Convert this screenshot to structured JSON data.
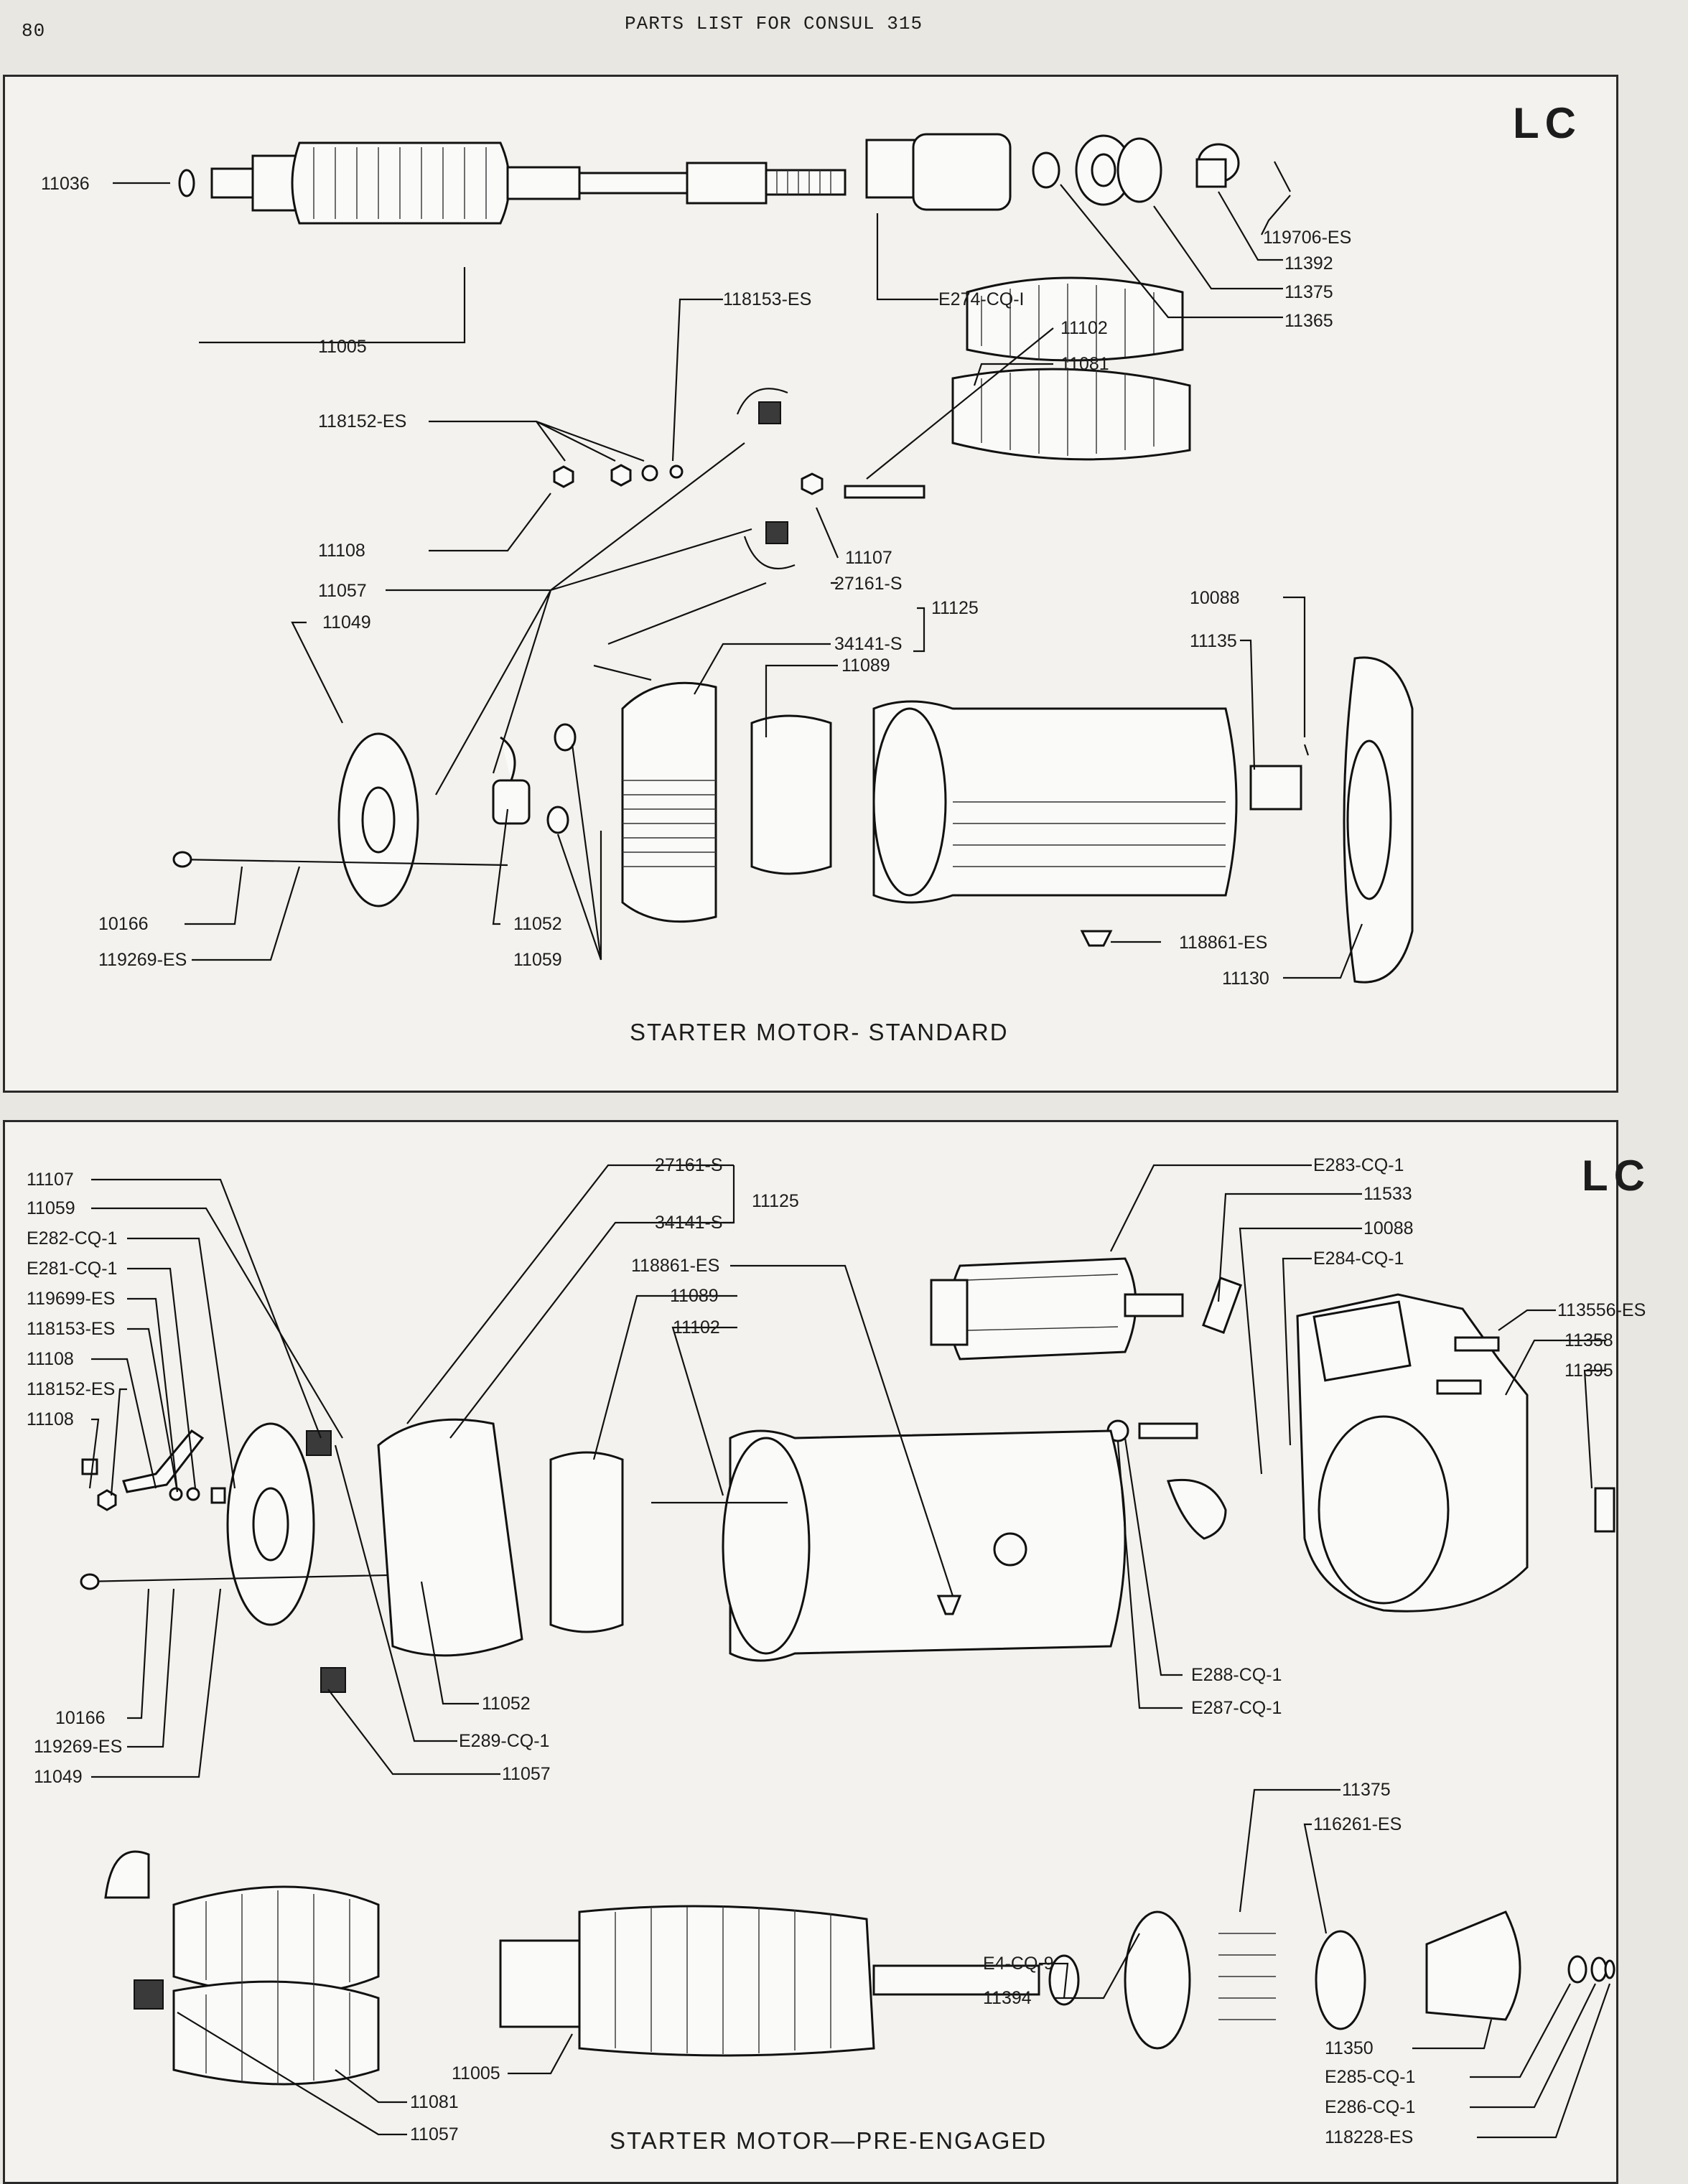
{
  "header": {
    "page_number": "80",
    "title": "PARTS LIST FOR CONSUL 315"
  },
  "standard": {
    "code": "LC",
    "caption": "STARTER MOTOR- STANDARD",
    "labels": {
      "a": "11036",
      "b": "11005",
      "c": "118153-ES",
      "d": "E274-CQ-I",
      "e": "119706-ES",
      "f": "11392",
      "g": "11375",
      "h": "11365",
      "i": "11102",
      "j": "11081",
      "k": "118152-ES",
      "l": "11108",
      "m": "11107",
      "n": "11057",
      "o": "27161-S",
      "p": "11125",
      "q": "11049",
      "r": "34141-S",
      "s": "11089",
      "t": "10088",
      "u": "11135",
      "v": "10166",
      "w": "119269-ES",
      "x": "11052",
      "y": "11059",
      "z": "118861-ES",
      "aa": "11130"
    }
  },
  "pre_engaged": {
    "code": "LC",
    "caption": "STARTER MOTOR—PRE-ENGAGED",
    "labels": {
      "a": "11107",
      "b": "11059",
      "c": "E282-CQ-1",
      "d": "E281-CQ-1",
      "e": "119699-ES",
      "f": "118153-ES",
      "g": "11108",
      "h": "118152-ES",
      "i": "11108",
      "j": "27161-S",
      "k": "11125",
      "l": "34141-S",
      "m": "118861-ES",
      "n": "11089",
      "o": "11102",
      "p": "E283-CQ-1",
      "q": "11533",
      "r": "10088",
      "s": "E284-CQ-1",
      "t": "113556-ES",
      "u": "11358",
      "v": "11395",
      "w": "10166",
      "x": "119269-ES",
      "y": "11049",
      "z": "11052",
      "aa": "E289-CQ-1",
      "bb": "11057",
      "cc": "E288-CQ-1",
      "dd": "E287-CQ-1",
      "ee": "11375",
      "ff": "116261-ES",
      "gg": "E4-CQ-9",
      "hh": "11394",
      "ii": "11005",
      "jj": "11081",
      "kk": "11057",
      "ll": "11350",
      "mm": "E285-CQ-1",
      "nn": "E286-CQ-1",
      "oo": "118228-ES"
    }
  }
}
